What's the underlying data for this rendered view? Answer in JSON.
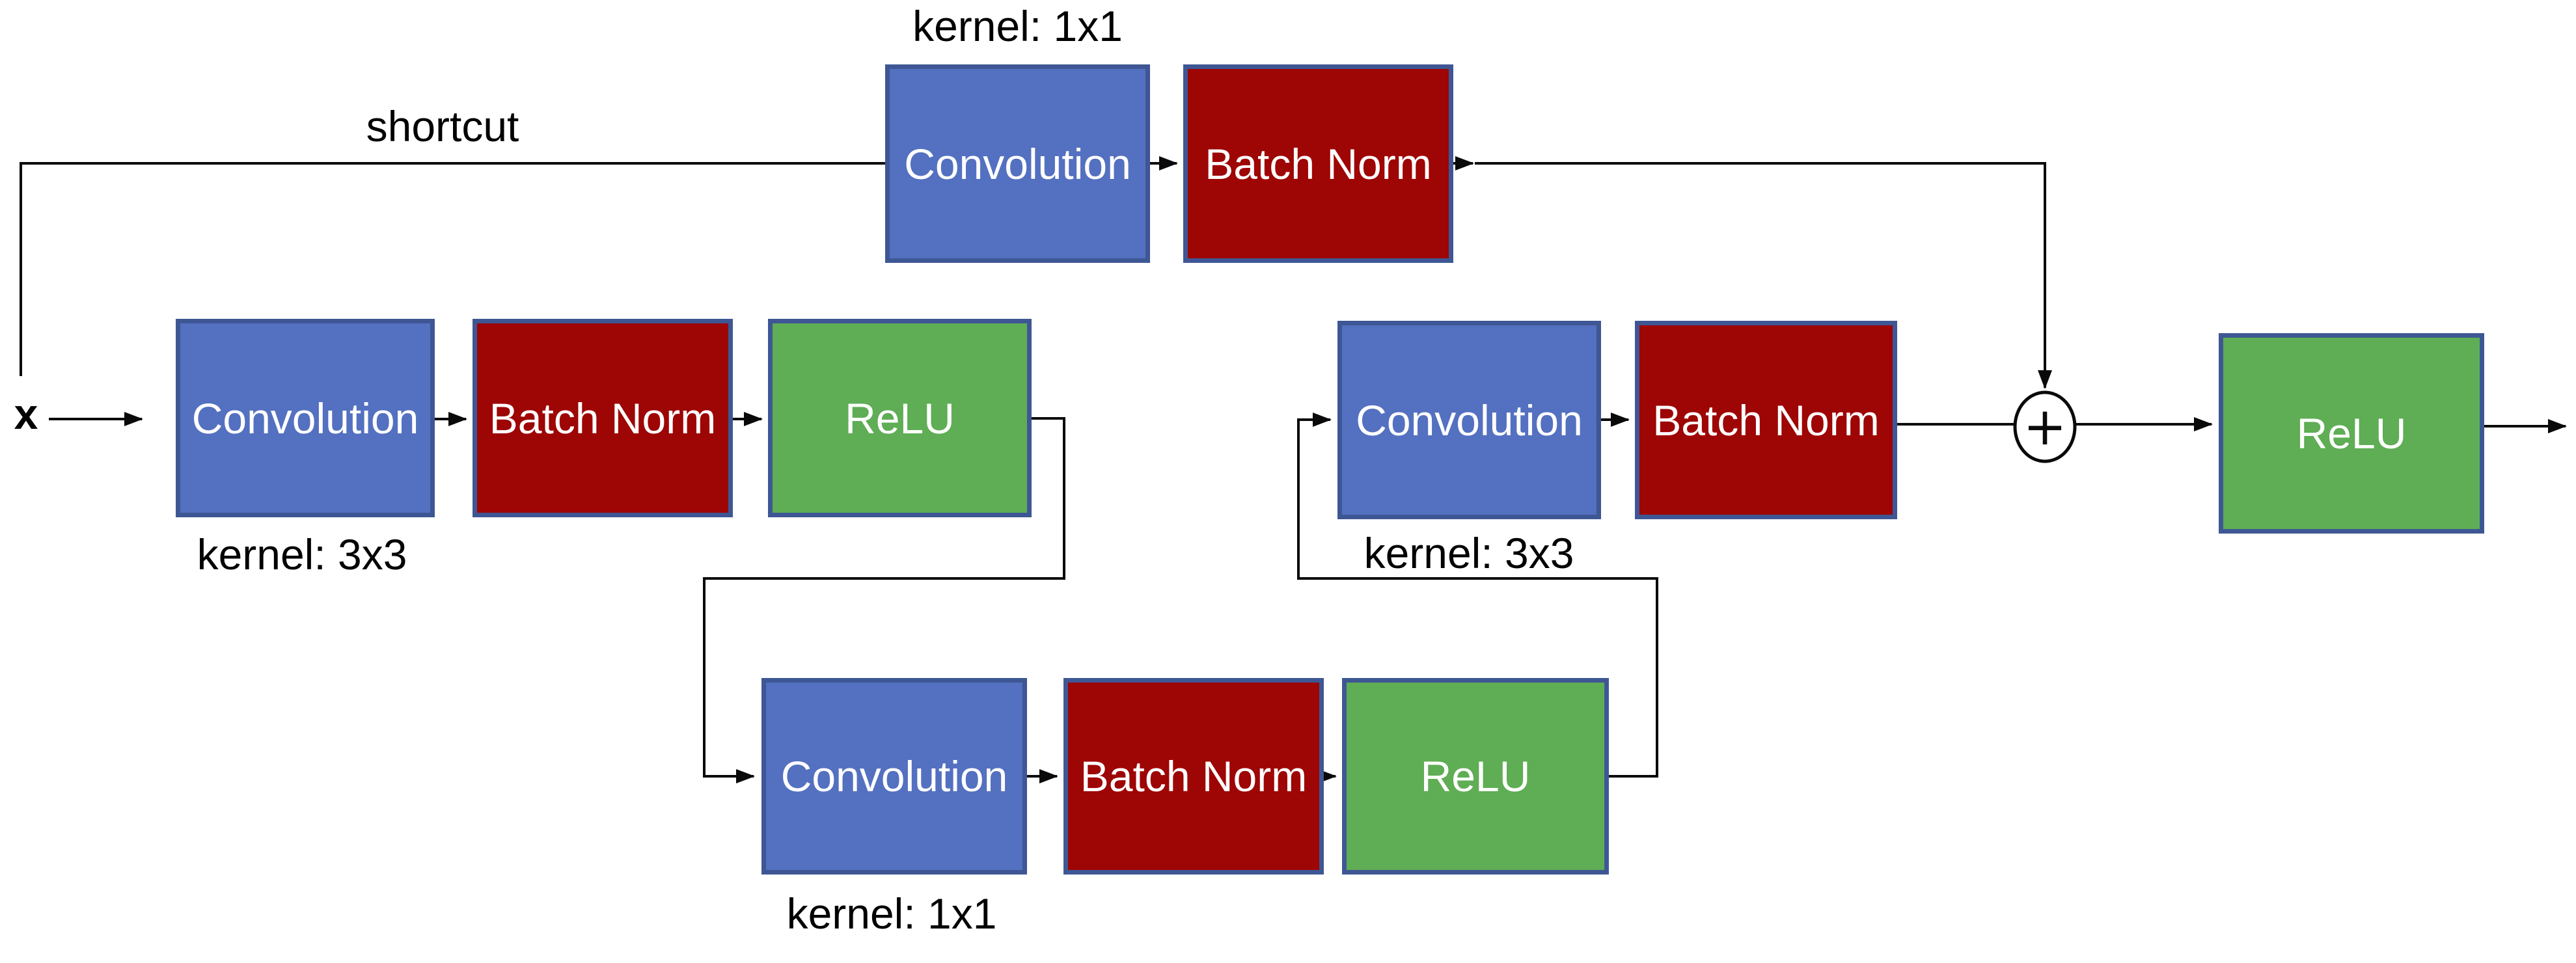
{
  "colors": {
    "conv_fill": "#5470C0",
    "bn_fill": "#9E0505",
    "relu_fill": "#5FAD55",
    "box_border": "#3E5794",
    "line": "#0A0A0A",
    "text_light": "#FFFFFF",
    "text_dark": "#000000"
  },
  "annotations": {
    "input": "x",
    "shortcut": "shortcut",
    "plus": "+",
    "kernel_shortcut": "kernel: 1x1",
    "kernel_block1": "kernel: 3x3",
    "kernel_block2": "kernel: 1x1",
    "kernel_block3": "kernel: 3x3"
  },
  "nodes": {
    "shortcut_conv": {
      "label": "Convolution"
    },
    "shortcut_bn": {
      "label": "Batch Norm"
    },
    "block1_conv": {
      "label": "Convolution"
    },
    "block1_bn": {
      "label": "Batch Norm"
    },
    "block1_relu": {
      "label": "ReLU"
    },
    "block2_conv": {
      "label": "Convolution"
    },
    "block2_bn": {
      "label": "Batch Norm"
    },
    "block2_relu": {
      "label": "ReLU"
    },
    "block3_conv": {
      "label": "Convolution"
    },
    "block3_bn": {
      "label": "Batch Norm"
    },
    "output_relu": {
      "label": "ReLU"
    }
  }
}
